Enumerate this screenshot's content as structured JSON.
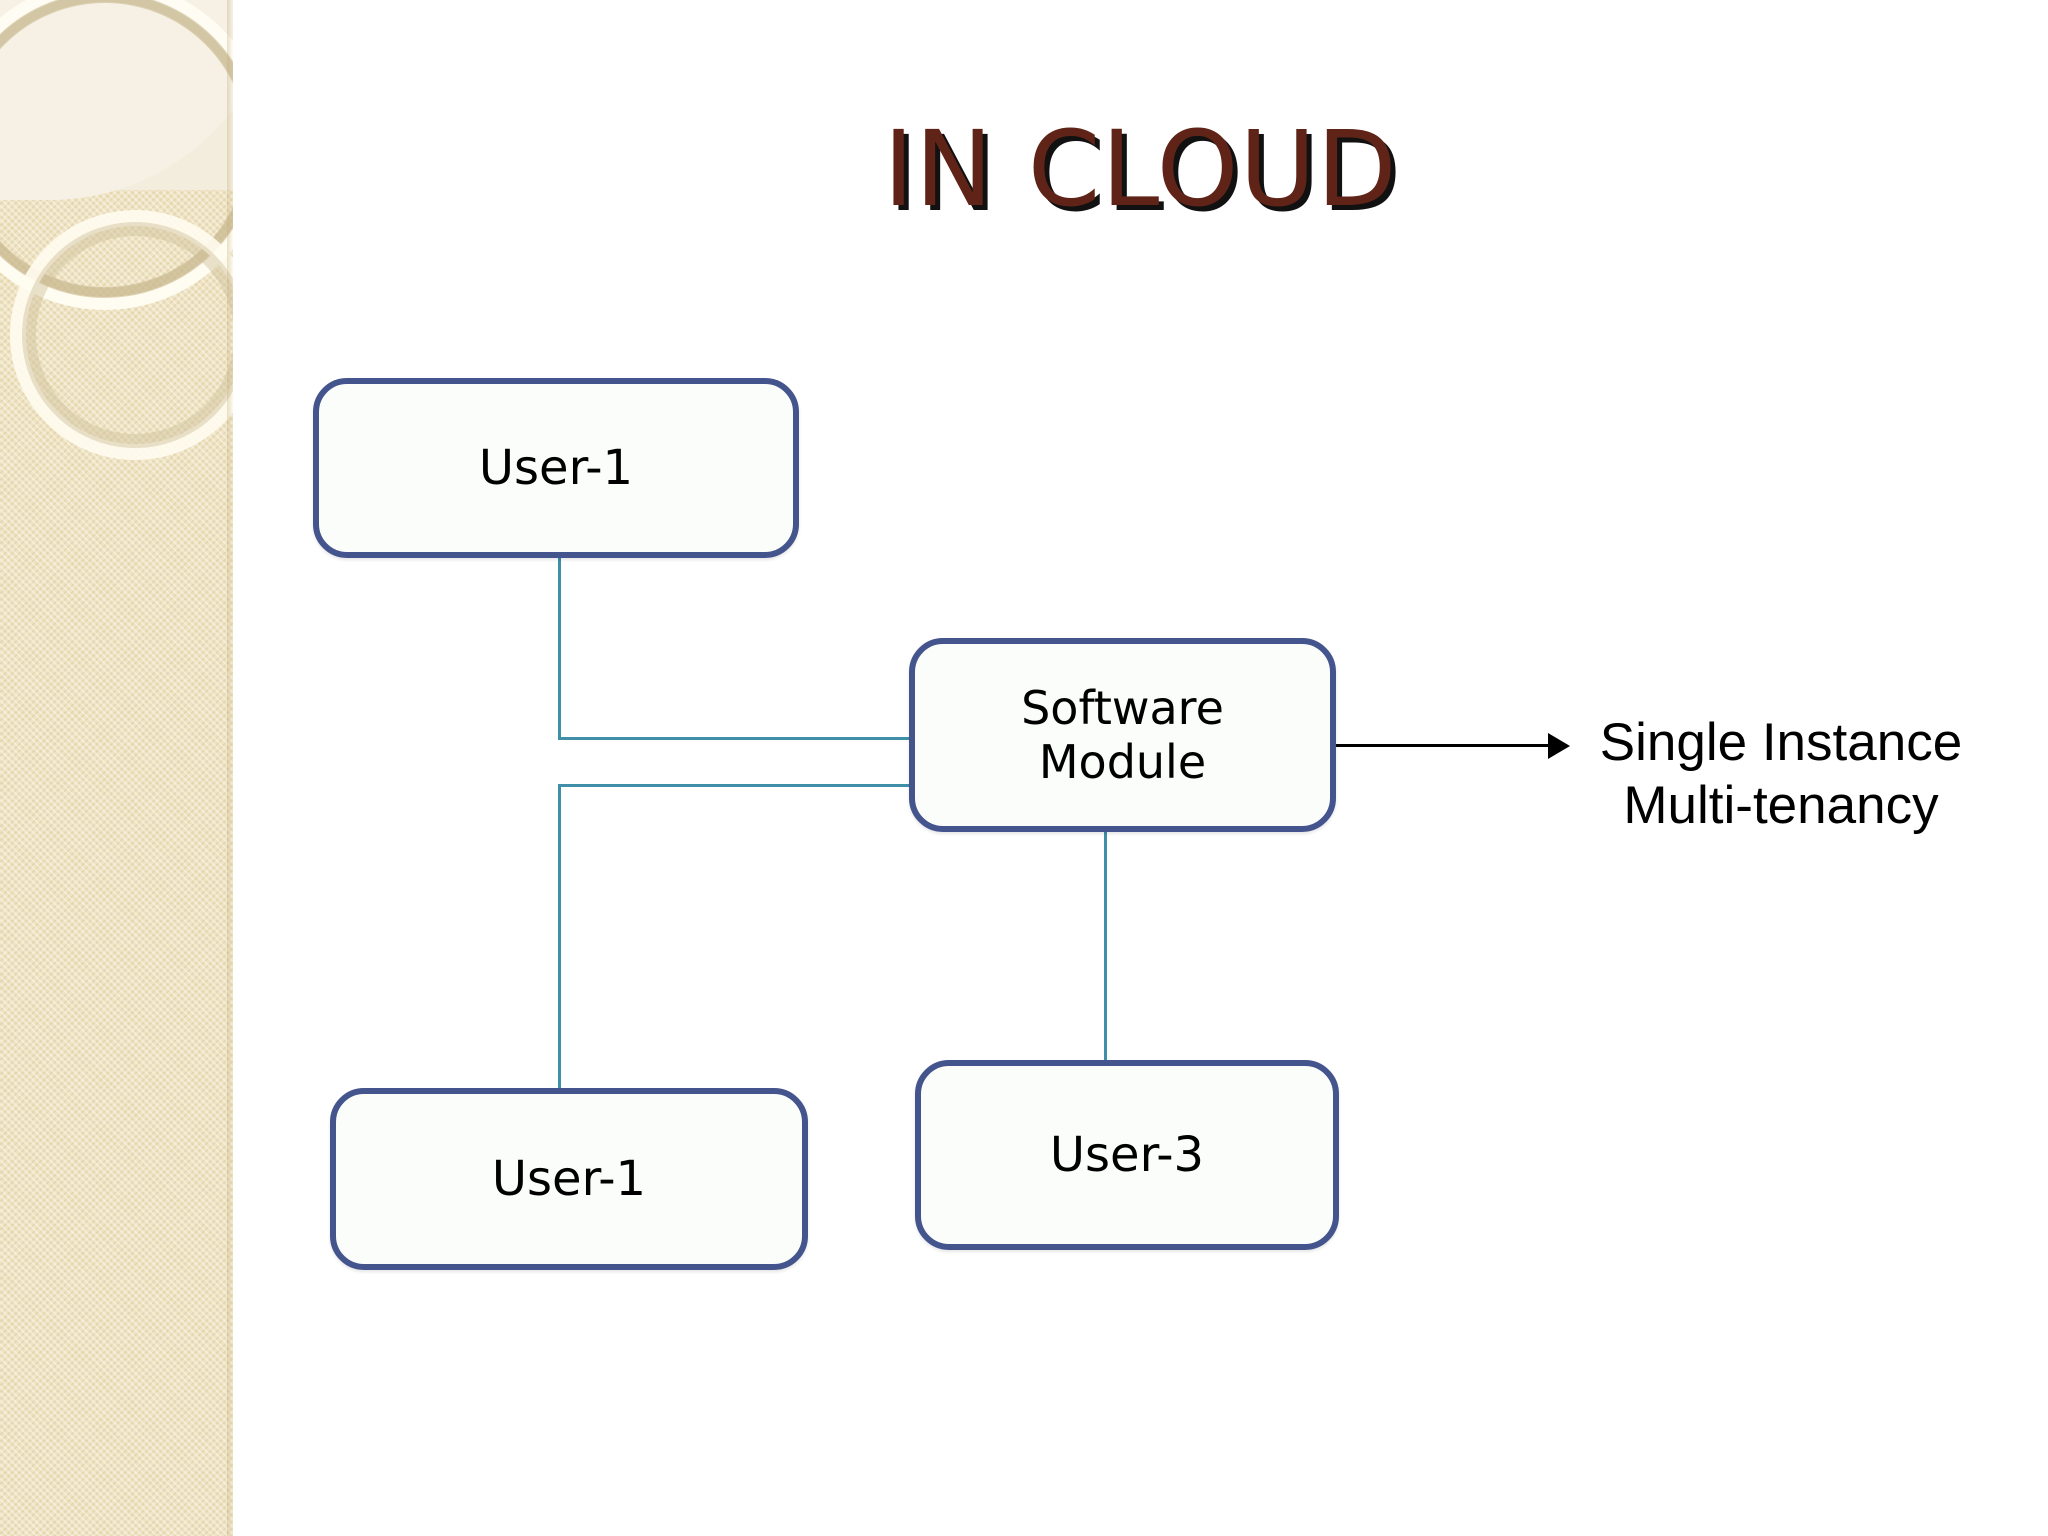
{
  "slide": {
    "title": "IN CLOUD",
    "title_color": "#5F2417",
    "title_shadow_color": "#111111",
    "background_color": "#FFFFFF"
  },
  "sidebar": {
    "name": "decorative-sidebar",
    "background_color": "#EFE3C2",
    "accent_color": "#FFFDF3",
    "ring_color": "#C6B68D"
  },
  "diagram": {
    "node_border_color": "#44548C",
    "node_fill_color": "#FBFDFB",
    "connector_color": "#3F8FA8",
    "arrow_color": "#000000",
    "nodes": [
      {
        "id": "user1-top",
        "label": "User-1"
      },
      {
        "id": "software",
        "label_line1": "Software",
        "label_line2": "Module"
      },
      {
        "id": "user1-bot",
        "label": "User-1"
      },
      {
        "id": "user3",
        "label": "User-3"
      }
    ],
    "caption": {
      "line1": "Single Instance",
      "line2": "Multi-tenancy"
    }
  }
}
